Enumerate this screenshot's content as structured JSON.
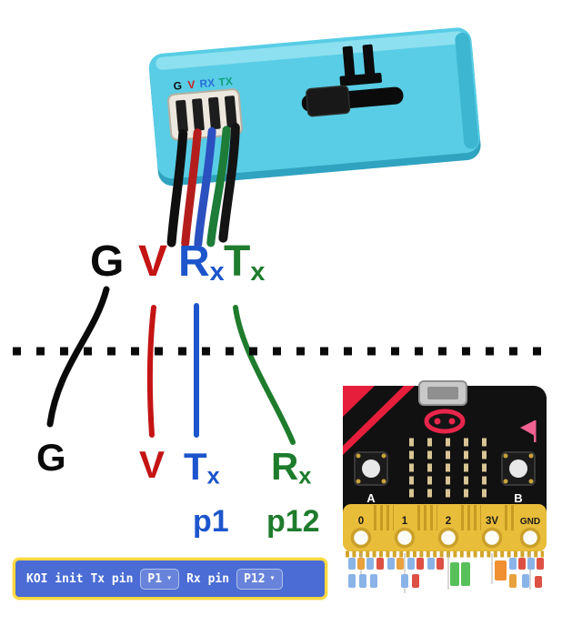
{
  "device": {
    "body_color": "#58cde5",
    "connector_labels": [
      {
        "text": "G",
        "color": "#111111"
      },
      {
        "text": "V",
        "color": "#cf2020"
      },
      {
        "text": "RX",
        "color": "#2a6fd8"
      },
      {
        "text": "TX",
        "color": "#12a07c"
      }
    ]
  },
  "wires_top": [
    {
      "main": "G",
      "sub": "",
      "color": "#0a0a0a"
    },
    {
      "main": "V",
      "sub": "",
      "color": "#c41414"
    },
    {
      "main": "R",
      "sub": "x",
      "color": "#1d55cc"
    },
    {
      "main": "T",
      "sub": "x",
      "color": "#1e7c2c"
    }
  ],
  "wires_bottom": [
    {
      "main": "G",
      "sub": "",
      "color": "#0a0a0a"
    },
    {
      "main": "V",
      "sub": "",
      "color": "#c41414"
    },
    {
      "main": "T",
      "sub": "x",
      "color": "#1d55cc"
    },
    {
      "main": "R",
      "sub": "x",
      "color": "#1e7c2c"
    }
  ],
  "pin_assignments": [
    {
      "text": "p1",
      "color": "#1d55cc"
    },
    {
      "text": "p12",
      "color": "#1e7c2c"
    }
  ],
  "microbit": {
    "button_a": "A",
    "button_b": "B",
    "pins": [
      "0",
      "1",
      "2",
      "3V",
      "GND"
    ],
    "board_color": "#111111",
    "connector_color": "#e8bd3a",
    "accent_red": "#e61e3c"
  },
  "block": {
    "label_init": "KOI init Tx pin",
    "tx_value": "P1",
    "label_rx": "Rx pin",
    "rx_value": "P12",
    "dropdown_arrow": "▾",
    "fill": "#4a6cd4",
    "border": "#ffd83d"
  }
}
